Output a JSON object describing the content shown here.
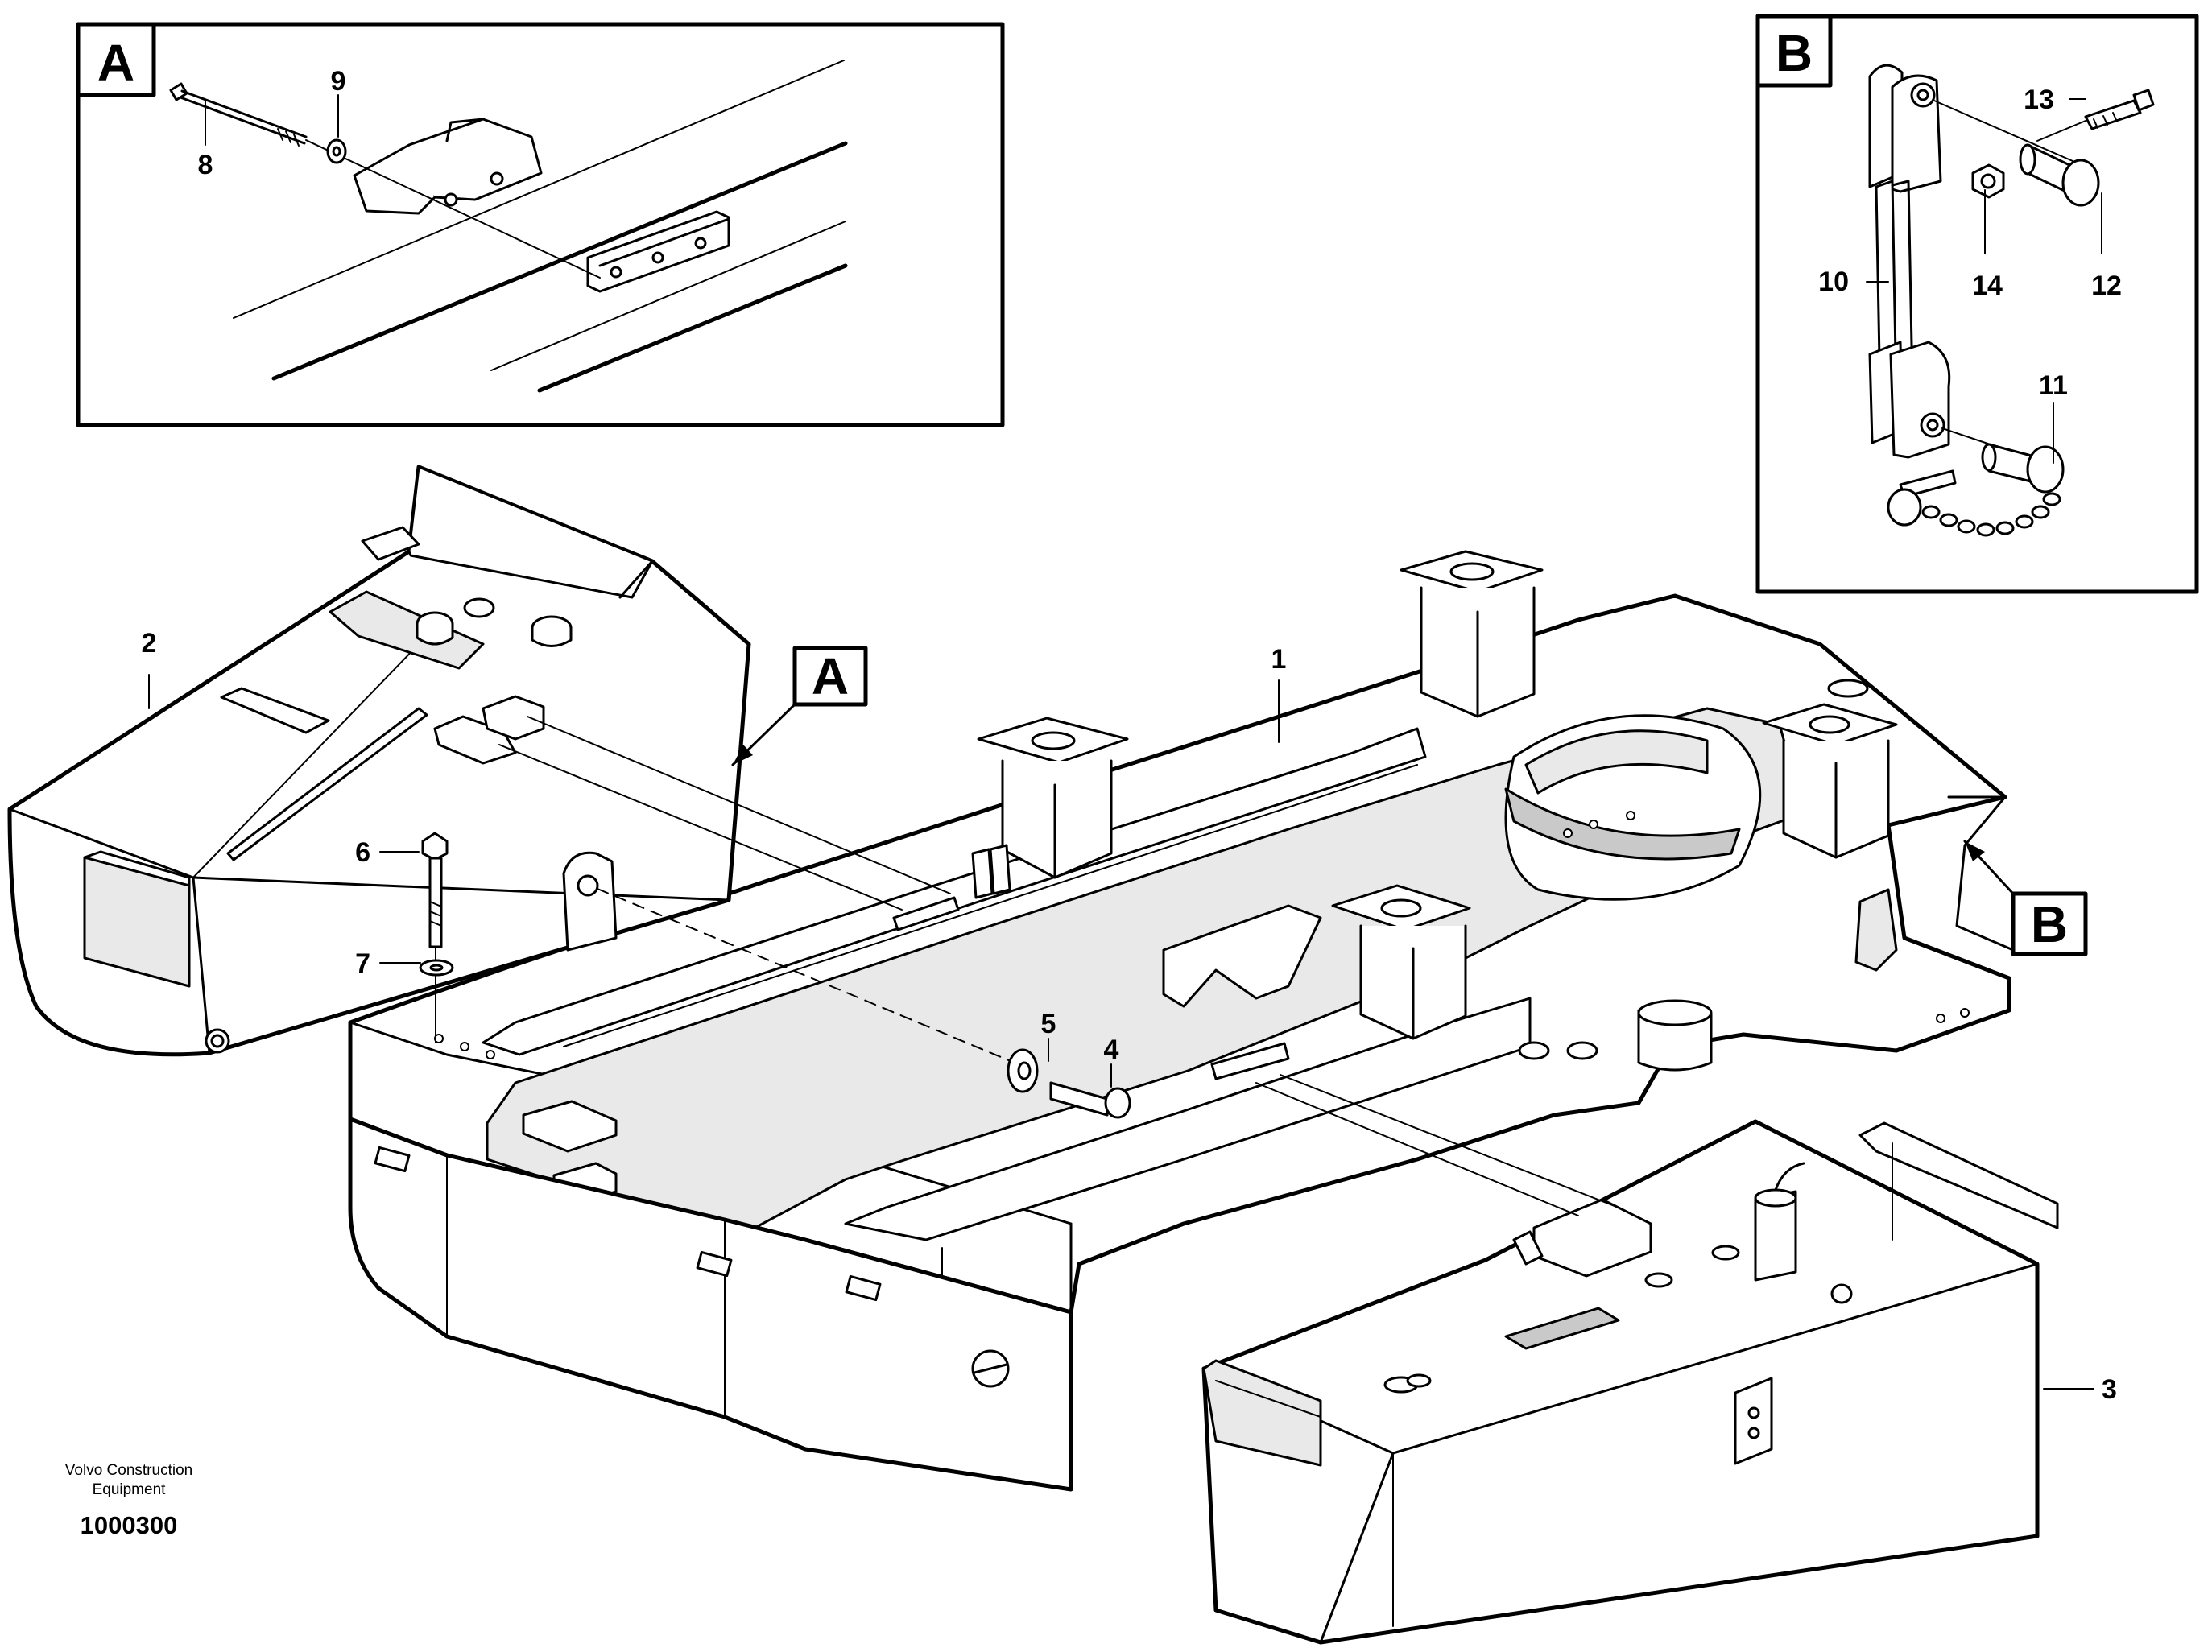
{
  "diagram": {
    "detail_labels": {
      "a": "A",
      "b": "B"
    },
    "callouts": {
      "n1": "1",
      "n2": "2",
      "n3": "3",
      "n4": "4",
      "n5": "5",
      "n6": "6",
      "n7": "7",
      "n8": "8",
      "n9": "9",
      "n10": "10",
      "n11": "11",
      "n12": "12",
      "n13": "13",
      "n14": "14"
    },
    "credit": {
      "line1": "Volvo Construction",
      "line2": "Equipment"
    },
    "document_number": "1000300"
  }
}
